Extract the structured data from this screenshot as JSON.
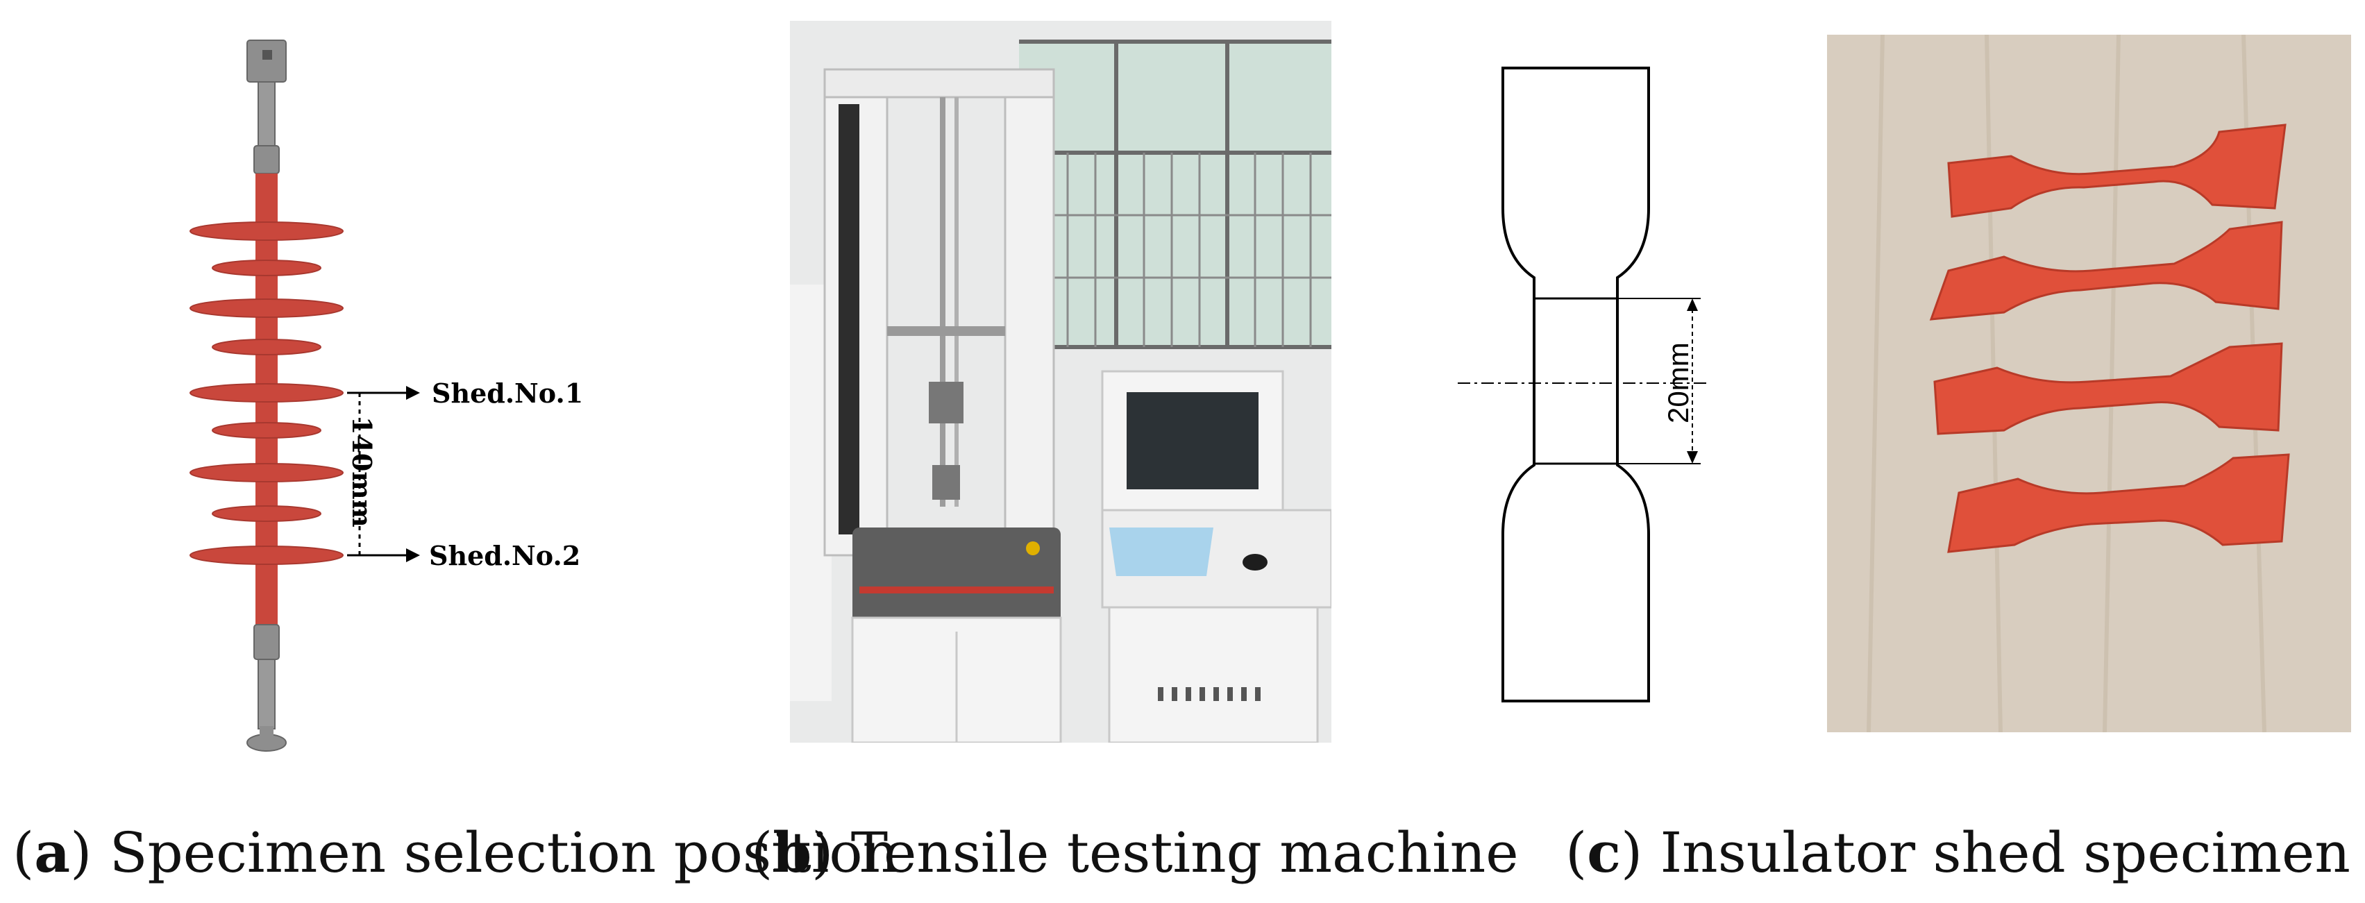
{
  "panel_a": {
    "shed1_label": "Shed.No.1",
    "shed2_label": "Shed.No.2",
    "spacing_label": "140mm",
    "caption_letter": "a",
    "caption_text": "Specimen selection position"
  },
  "panel_b": {
    "caption_letter": "b",
    "caption_text": "Tensile testing machine"
  },
  "panel_c": {
    "dimension_label": "20mm",
    "caption_letter": "c",
    "caption_text": "Insulator shed specimen"
  },
  "colors": {
    "shed_red": "#c9473c",
    "metal_gray": "#8e8e8e",
    "specimen_orange": "#e0503a",
    "wood": "#d8cdbf"
  }
}
